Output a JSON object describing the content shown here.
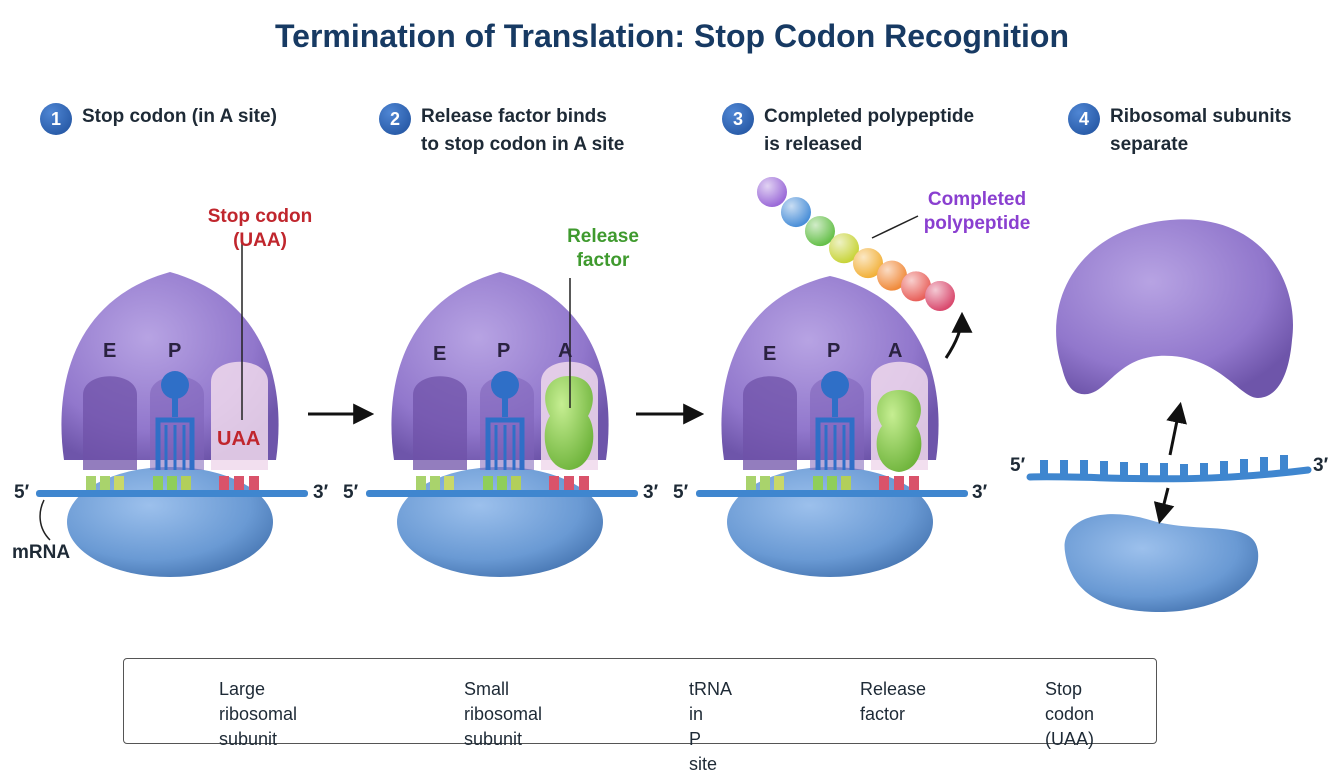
{
  "title": "Termination of Translation: Stop Codon Recognition",
  "steps": [
    {
      "number": "1",
      "text": "Stop codon (in A site)"
    },
    {
      "number": "2",
      "text": "Release factor binds\nto stop codon in A site"
    },
    {
      "number": "3",
      "text": "Completed polypeptide\nis released"
    },
    {
      "number": "4",
      "text": "Ribosomal subunits\nseparate"
    }
  ],
  "annotations": {
    "stop_codon": "Stop codon\n(UAA)",
    "uaa": "UAA",
    "release_factor": "Release\nfactor",
    "completed_polypeptide": "Completed\npolypeptide",
    "mrna": "mRNA"
  },
  "sites": {
    "e": "E",
    "p": "P",
    "a": "A"
  },
  "ends": {
    "five": "5′",
    "three": "3′"
  },
  "legend": [
    {
      "icon": "large-subunit-icon",
      "text": "Large ribosomal\nsubunit"
    },
    {
      "icon": "small-subunit-icon",
      "text": "Small ribosomal\nsubunit"
    },
    {
      "icon": "trna-icon",
      "text": "tRNA in\nP site"
    },
    {
      "icon": "release-factor-icon",
      "text": "Release\nfactor"
    },
    {
      "icon": "stop-codon-icon",
      "text": "Stop codon\n(UAA)"
    }
  ],
  "colors": {
    "title": "#173a63",
    "large_subunit": "#9a82cf",
    "small_subunit": "#6f9fd6",
    "trna": "#2f6fc7",
    "release_factor": "#8fce5a",
    "stop_codon": "#d9536a",
    "mrna": "#3f86cf"
  },
  "polypeptide_colors": [
    "#9b6ad8",
    "#4a8fd8",
    "#66c04a",
    "#c8d43a",
    "#f2b13a",
    "#f08a3a",
    "#e8605a",
    "#d94a6e"
  ]
}
